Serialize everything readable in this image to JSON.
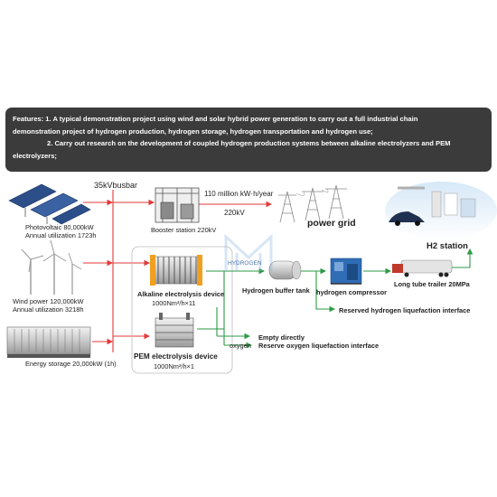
{
  "banner": {
    "line1": "Features: 1. A typical demonstration project using wind and solar hybrid power generation to carry out a full industrial chain",
    "line2": "demonstration project of hydrogen production, hydrogen storage, hydrogen transportation and hydrogen use;",
    "line3": "2. Carry out research on the development of coupled hydrogen production systems between alkaline electrolyzers and PEM",
    "line4": "electrolyzers;"
  },
  "sources": {
    "pv_name": "Photovoltaic 80,000kW",
    "pv_util": "Annual utilization 1723h",
    "wind_name": "Wind power 120,000kW",
    "wind_util": "Annual utilization 3218h",
    "storage": "Energy storage 20,000kW (1h)"
  },
  "bus": {
    "label": "35kVbusbar"
  },
  "booster": {
    "label": "Booster station 220kV"
  },
  "grid": {
    "rate": "110 million kW·h/year",
    "voltage": "220kV",
    "label": "power grid"
  },
  "alkaline": {
    "name": "Alkaline electrolysis device",
    "capacity": "1000Nm³/h×11"
  },
  "pem": {
    "name": "PEM electrolysis device",
    "capacity": "1000Nm³/h×1"
  },
  "hydrogen_flow": {
    "label": "HYDROGEN"
  },
  "buffer": {
    "label": "Hydrogen buffer tank"
  },
  "compressor": {
    "label": "hydrogen compressor"
  },
  "trailer": {
    "label": "Long tube trailer 20MPa"
  },
  "station": {
    "label": "H2 station"
  },
  "reserved_h2": {
    "label": "Reserved hydrogen liquefaction interface"
  },
  "oxygen": {
    "label": "oxygen",
    "empty": "Empty directly",
    "reserve": "Reserve oxygen liquefaction interface"
  },
  "colors": {
    "flow_red": "#e23a3a",
    "flow_green": "#2e9a45",
    "banner_bg": "#3b3b3b",
    "watermark": "#8fb6e0"
  }
}
